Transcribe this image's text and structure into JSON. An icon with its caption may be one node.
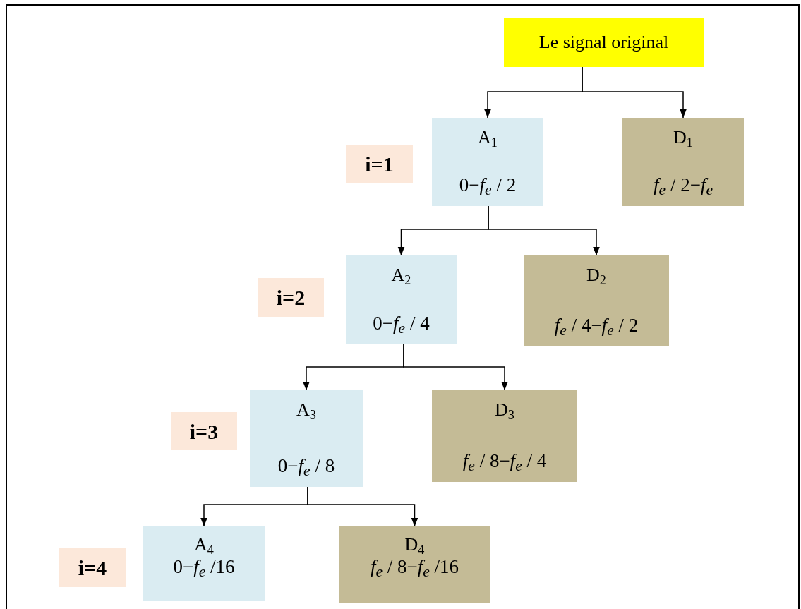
{
  "diagram": {
    "nodes": [
      {
        "text": [
          "Le signal original"
        ]
      },
      {
        "text": [
          "i=1"
        ]
      },
      {
        "text": [
          "A$_{1}$",
          "0−*f*$_{e}$ / 2"
        ]
      },
      {
        "text": [
          "D$_{1}$",
          "*f*$_{e}$ / 2−*f*$_{e}$"
        ]
      },
      {
        "text": [
          "i=2"
        ]
      },
      {
        "text": [
          "A$_{2}$",
          "0−*f*$_{e}$ / 4"
        ]
      },
      {
        "text": [
          "D$_{2}$",
          "*f*$_{e}$ / 4−*f*$_{e}$ / 2"
        ]
      },
      {
        "text": [
          "i=3"
        ]
      },
      {
        "text": [
          "A$_{3}$",
          "0−*f*$_{e}$ / 8"
        ]
      },
      {
        "text": [
          "D$_{3}$",
          "*f*$_{e}$ / 8−*f*$_{e}$ / 4"
        ]
      },
      {
        "text": [
          "i=4"
        ]
      },
      {
        "text": [
          "A$_{4}$",
          "0−*f*$_{e}$ /16"
        ]
      },
      {
        "text": [
          "D$_{4}$",
          "*f*$_{e}$ / 8−*f*$_{e}$ /16"
        ]
      }
    ],
    "edges": [
      {
        "from": 0,
        "to": 2,
        "arrow": "to"
      },
      {
        "from": 0,
        "to": 3,
        "arrow": "to"
      },
      {
        "from": 2,
        "to": 5,
        "arrow": "to"
      },
      {
        "from": 2,
        "to": 6,
        "arrow": "to"
      },
      {
        "from": 5,
        "to": 8,
        "arrow": "to"
      },
      {
        "from": 5,
        "to": 9,
        "arrow": "to"
      },
      {
        "from": 8,
        "to": 11,
        "arrow": "to"
      },
      {
        "from": 8,
        "to": 12,
        "arrow": "to"
      }
    ]
  }
}
